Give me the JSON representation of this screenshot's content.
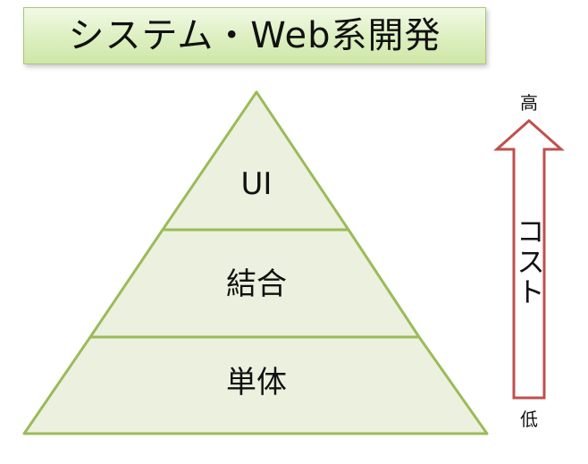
{
  "title": "システム・Web系開発",
  "pyramid": {
    "layers": [
      "UI",
      "結合",
      "単体"
    ]
  },
  "cost_arrow": {
    "label": "コスト",
    "high": "高",
    "low": "低"
  },
  "colors": {
    "title_fill": "#dcefbf",
    "title_border": "#a9c77a",
    "pyramid_fill": "#ebf1de",
    "pyramid_stroke": "#9bbb59",
    "arrow_stroke": "#c0504d"
  }
}
